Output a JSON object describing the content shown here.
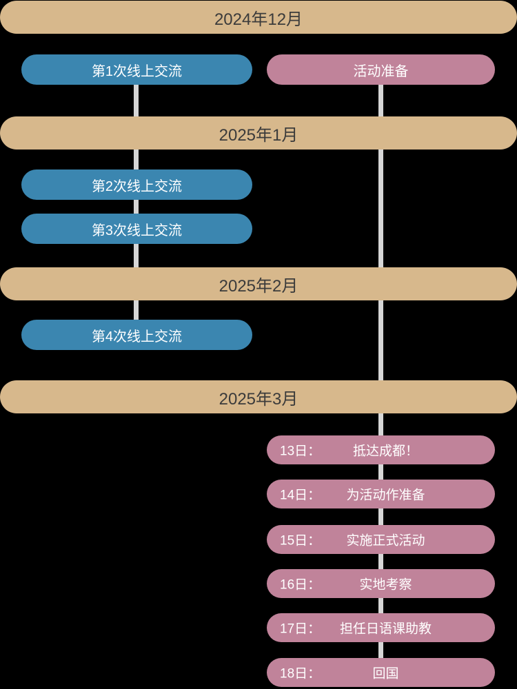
{
  "colors": {
    "background": "#000000",
    "month_bar": "#d7b88c",
    "month_text": "#3b3b3b",
    "online_session_pill": "#3b86b0",
    "activity_pill": "#c0839a",
    "pill_text": "#ffffff",
    "connector_line": "#d6d6d6"
  },
  "months": [
    {
      "label": "2024年12月"
    },
    {
      "label": "2025年1月"
    },
    {
      "label": "2025年2月"
    },
    {
      "label": "2025年3月"
    }
  ],
  "online_sessions": [
    {
      "label": "第1次线上交流"
    },
    {
      "label": "第2次线上交流"
    },
    {
      "label": "第3次线上交流"
    },
    {
      "label": "第4次线上交流"
    }
  ],
  "activity_prep": {
    "label": "活动准备"
  },
  "schedule": [
    {
      "day": "13日：",
      "event": "抵达成都！"
    },
    {
      "day": "14日：",
      "event": "为活动作准备"
    },
    {
      "day": "15日：",
      "event": "实施正式活动"
    },
    {
      "day": "16日：",
      "event": "实地考察"
    },
    {
      "day": "17日：",
      "event": "担任日语课助教"
    },
    {
      "day": "18日：",
      "event": "回国"
    }
  ]
}
